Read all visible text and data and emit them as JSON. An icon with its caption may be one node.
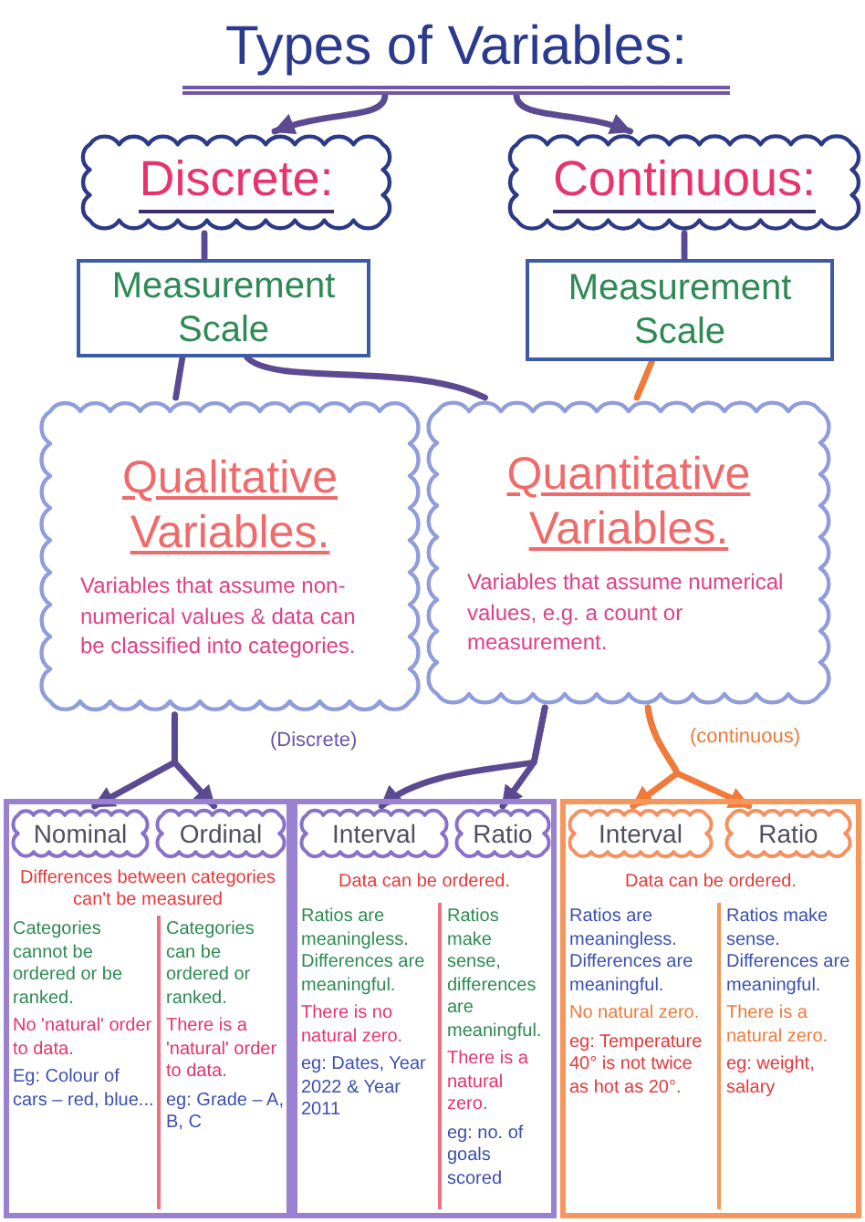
{
  "diagram": {
    "nodes": [
      {
        "text": [
          "Types of Variables:"
        ]
      },
      {
        "text": [
          "Discrete:"
        ]
      },
      {
        "text": [
          "Continuous:"
        ]
      },
      {
        "text": [
          "Measurement Scale"
        ]
      },
      {
        "text": [
          "Measurement Scale"
        ]
      },
      {
        "text": [
          "Qualitative Variables.",
          "Variables that assume non-numerical values & data can be classified into categories."
        ]
      },
      {
        "text": [
          "Quantitative Variables.",
          "Variables that assume numerical values, e.g. a count or measurement."
        ]
      },
      {
        "text": [
          "Differences between categories can't be measured"
        ]
      },
      {
        "text": [
          "Nominal"
        ],
        "in": 7,
        "beside": [
          "Categories cannot be ordered or be ranked.",
          "No 'natural' order to data.",
          "Eg: Colour of cars – red, blue..."
        ]
      },
      {
        "text": [
          "Ordinal"
        ],
        "in": 7,
        "beside": [
          "Categories can be ordered or ranked.",
          "There is a 'natural' order to data.",
          "eg: Grade – A, B, C"
        ]
      },
      {
        "text": [
          "Data can be ordered."
        ]
      },
      {
        "text": [
          "Interval"
        ],
        "in": 10,
        "beside": [
          "Ratios are meaningless. Differences are meaningful.",
          "There is no natural zero.",
          "eg: Dates, Year 2022 & Year 2011"
        ]
      },
      {
        "text": [
          "Ratio"
        ],
        "in": 10,
        "beside": [
          "Ratios make sense, differences are meaningful.",
          "There is a natural zero.",
          "eg: no. of goals scored"
        ]
      },
      {
        "text": [
          "Data can be ordered."
        ]
      },
      {
        "text": [
          "Interval"
        ],
        "in": 13,
        "beside": [
          "Ratios are meaningless. Differences are meaningful.",
          "No natural zero.",
          "eg: Temperature 40° is not twice as hot as 20°."
        ]
      },
      {
        "text": [
          "Ratio"
        ],
        "in": 13,
        "beside": [
          "Ratios make sense. Differences are meaningful.",
          "There is a natural zero.",
          "eg: weight, salary"
        ]
      }
    ],
    "edges": [
      {
        "from": 0,
        "to": 1,
        "arrow": "to"
      },
      {
        "from": 0,
        "to": 2,
        "arrow": "to"
      },
      {
        "from": 1,
        "to": 3,
        "arrow": "none"
      },
      {
        "from": 2,
        "to": 4,
        "arrow": "none"
      },
      {
        "from": 3,
        "to": 5,
        "arrow": "none"
      },
      {
        "from": 3,
        "to": 6,
        "arrow": "none"
      },
      {
        "from": 4,
        "to": 6,
        "arrow": "none",
        "color": "#f07a3a"
      },
      {
        "from": 5,
        "to": 8,
        "arrow": "to"
      },
      {
        "from": 5,
        "to": 9,
        "arrow": "to"
      },
      {
        "from": 6,
        "to": 11,
        "arrow": "to"
      },
      {
        "from": 6,
        "to": 12,
        "arrow": "to"
      },
      {
        "from": 6,
        "to": 14,
        "arrow": "to",
        "color": "#f07a3a"
      },
      {
        "from": 6,
        "to": 15,
        "arrow": "to",
        "color": "#f07a3a"
      }
    ],
    "labels": [
      "(Discrete)",
      "(continuous)"
    ]
  }
}
